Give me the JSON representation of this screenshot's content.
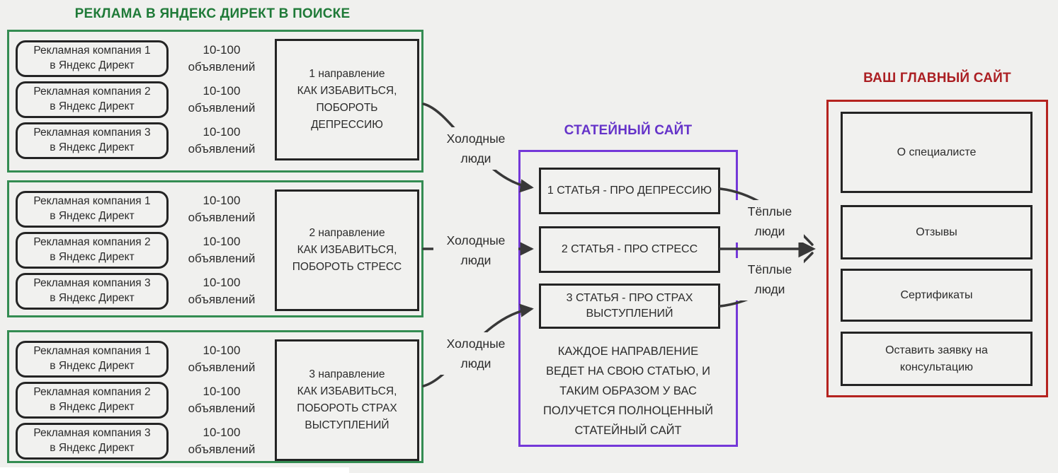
{
  "colors": {
    "background": "#f0f0ee",
    "green_title": "#1f7a38",
    "green_border": "#348c52",
    "purple_title": "#6533c9",
    "purple_border": "#7438d8",
    "red_title": "#ab1f23",
    "red_border": "#b5231f",
    "box_border": "#242424",
    "arrow": "#383838"
  },
  "ad_section": {
    "title": "РЕКЛАМА В ЯНДЕКС ДИРЕКТ В ПОИСКЕ",
    "ads_count_label": "10-100\nобъявлений",
    "groups": [
      {
        "campaigns": [
          "Рекламная компания 1\nв Яндекс Директ",
          "Рекламная компания 2\nв Яндекс Директ",
          "Рекламная компания 3\nв Яндекс Директ"
        ],
        "direction": "1 направление\nКАК ИЗБАВИТЬСЯ,\nПОБОРОТЬ\nДЕПРЕССИЮ"
      },
      {
        "campaigns": [
          "Рекламная компания 1\nв Яндекс Директ",
          "Рекламная компания 2\nв Яндекс Директ",
          "Рекламная компания 3\nв Яндекс Директ"
        ],
        "direction": "2 направление\nКАК ИЗБАВИТЬСЯ,\nПОБОРОТЬ СТРЕСС"
      },
      {
        "campaigns": [
          "Рекламная компания 1\nв Яндекс Директ",
          "Рекламная компания 2\nв Яндекс Директ",
          "Рекламная компания 3\nв Яндекс Директ"
        ],
        "direction": "3 направление\nКАК ИЗБАВИТЬСЯ,\nПОБОРОТЬ СТРАХ\nВЫСТУПЛЕНИЙ"
      }
    ]
  },
  "article_site": {
    "title": "СТАТЕЙНЫЙ САЙТ",
    "articles": [
      "1 СТАТЬЯ - ПРО ДЕПРЕССИЮ",
      "2 СТАТЬЯ - ПРО СТРЕСС",
      "3 СТАТЬЯ - ПРО СТРАХ\nВЫСТУПЛЕНИЙ"
    ],
    "note": "КАЖДОЕ НАПРАВЛЕНИЕ\nВЕДЕТ НА СВОЮ СТАТЬЮ, И\nТАКИМ ОБРАЗОМ У ВАС\nПОЛУЧЕТСЯ ПОЛНОЦЕННЫЙ\nСТАТЕЙНЫЙ САЙТ"
  },
  "main_site": {
    "title": "ВАШ ГЛАВНЫЙ САЙТ",
    "blocks": [
      "О специалисте",
      "Отзывы",
      "Сертификаты",
      "Оставить заявку на\nконсультацию"
    ]
  },
  "edge_labels": {
    "cold": "Холодные люди",
    "warm": "Тёплые люди"
  }
}
